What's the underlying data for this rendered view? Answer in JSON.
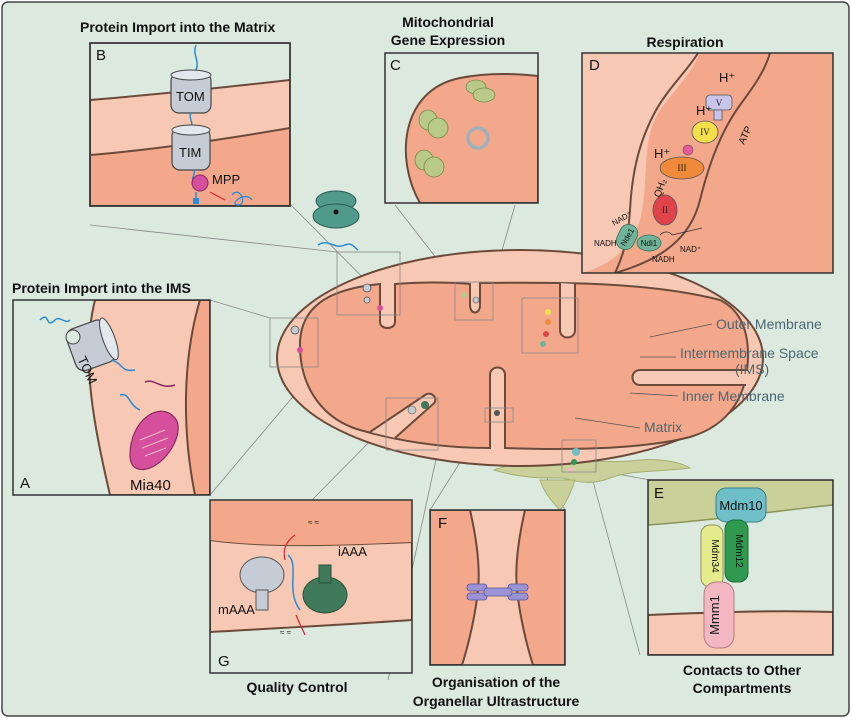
{
  "titles": {
    "b": "Protein Import into the Matrix",
    "c1": "Mitochondrial",
    "c2": "Gene Expression",
    "d": "Respiration",
    "a": "Protein Import into the IMS",
    "g": "Quality Control",
    "f1": "Organisation of the",
    "f2": "Organellar Ultrastructure",
    "e1": "Contacts to Other",
    "e2": "Compartments"
  },
  "panel_letters": {
    "a": "A",
    "b": "B",
    "c": "C",
    "d": "D",
    "e": "E",
    "f": "F",
    "g": "G"
  },
  "regions": {
    "outer": "Outer Membrane",
    "ims1": "Intermembrane Space",
    "ims2": "(IMS)",
    "inner": "Inner Membrane",
    "matrix": "Matrix"
  },
  "proteins": {
    "tom_b": "TOM",
    "tim": "TIM",
    "mpp": "MPP",
    "tom_a": "TOM",
    "mia40": "Mia40",
    "iaaa": "iAAA",
    "maaa": "mAAA",
    "mdm10": "Mdm10",
    "mdm34": "Mdm34",
    "mdm12": "Mdm12",
    "mmm1": "Mmm1"
  },
  "respiration": {
    "h1": "H⁺",
    "h2": "H⁺",
    "h3": "H⁺",
    "atp": "ATP",
    "qh2": "QH₂",
    "nad1": "NAD⁺",
    "nadh1": "NADH",
    "nad2": "NAD⁺",
    "nadh2": "NADH",
    "nde1": "Nde1",
    "ndi1": "Ndi1",
    "c5": "V",
    "c4": "IV",
    "c3": "III",
    "c2": "II"
  },
  "colors": {
    "cytosol": "#d8e8dd",
    "outer_pink": "#f7c8b3",
    "matrix_pink": "#f3a88c",
    "membrane": "#6b4a3a",
    "protein_grey": "#c5ccd6",
    "ribosome_green": "#b9c98a",
    "mia40": "#d64f9c",
    "mdm10": "#6fbfc9",
    "mdm12": "#2f9a4f",
    "mdm34": "#e6ec8d",
    "mmm1": "#f2b7c1",
    "region_text": "#4f6670"
  }
}
